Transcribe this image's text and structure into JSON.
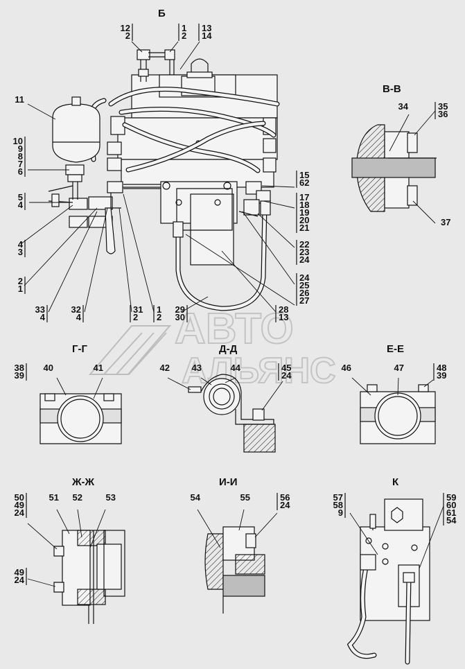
{
  "section_titles": {
    "b": "Б",
    "vv": "В-В",
    "gg": "Г-Г",
    "dd": "Д-Д",
    "ee": "Е-Е",
    "zhzh": "Ж-Ж",
    "ii": "И-И",
    "k": "К"
  },
  "watermark": {
    "line1": "АВТО",
    "line2": "АЛЬЯНС"
  },
  "callouts": {
    "c12_2": [
      "12",
      "2"
    ],
    "c1_2": [
      "1",
      "2"
    ],
    "c13_14": [
      "13",
      "14"
    ],
    "c11": [
      "11"
    ],
    "c10_6": [
      "10",
      "9",
      "8",
      "7",
      "6"
    ],
    "c5_4": [
      "5",
      "4"
    ],
    "c4_3": [
      "4",
      "3"
    ],
    "c2_1": [
      "2",
      "1"
    ],
    "c33_4": [
      "33",
      "4"
    ],
    "c32_4": [
      "32",
      "4"
    ],
    "c31_2": [
      "31",
      "2"
    ],
    "c1_2b": [
      "1",
      "2"
    ],
    "c29_30": [
      "29",
      "30"
    ],
    "c28_13": [
      "28",
      "13"
    ],
    "c15_62": [
      "15",
      "62"
    ],
    "c17_21": [
      "17",
      "18",
      "19",
      "20",
      "21"
    ],
    "c22_24": [
      "22",
      "23",
      "24"
    ],
    "c24_27": [
      "24",
      "25",
      "26",
      "27"
    ],
    "c34": [
      "34"
    ],
    "c35_36": [
      "35",
      "36"
    ],
    "c37": [
      "37"
    ],
    "c38_39": [
      "38",
      "39"
    ],
    "c40": [
      "40"
    ],
    "c41": [
      "41"
    ],
    "c42": [
      "42"
    ],
    "c43": [
      "43"
    ],
    "c44": [
      "44"
    ],
    "c45_24": [
      "45",
      "24"
    ],
    "c46": [
      "46"
    ],
    "c47": [
      "47"
    ],
    "c48_39": [
      "48",
      "39"
    ],
    "c50_24": [
      "50",
      "49",
      "24"
    ],
    "c51": [
      "51"
    ],
    "c52": [
      "52"
    ],
    "c53": [
      "53"
    ],
    "c49_24": [
      "49",
      "24"
    ],
    "c54": [
      "54"
    ],
    "c55": [
      "55"
    ],
    "c56_24": [
      "56",
      "24"
    ],
    "c57_9": [
      "57",
      "58",
      "9"
    ],
    "c59_54": [
      "59",
      "60",
      "61",
      "54"
    ]
  }
}
